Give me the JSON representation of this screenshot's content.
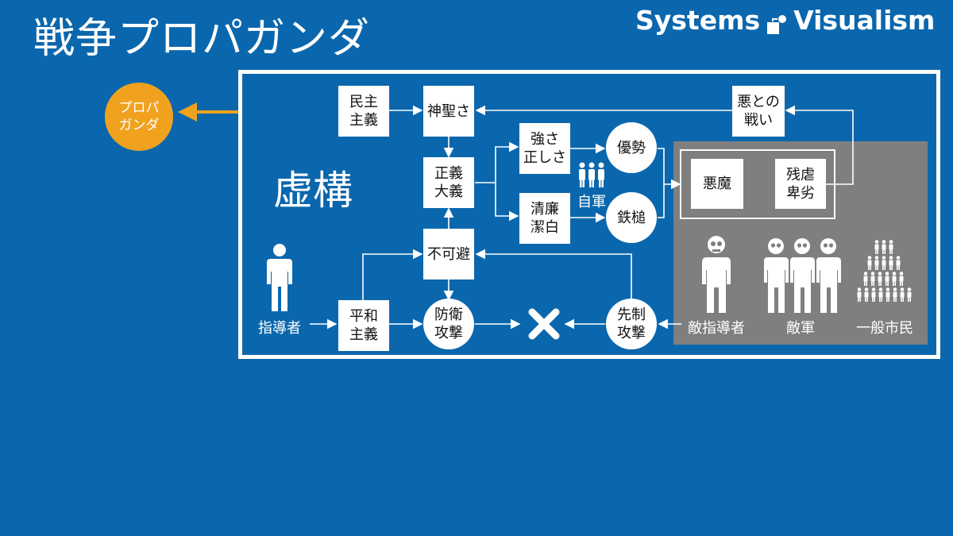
{
  "title": "戦争プロパガンダ",
  "brand": {
    "text_left": "Systems",
    "text_right": "Visualism"
  },
  "propaganda": "プロパ\nガンダ",
  "kyoko": "虚構",
  "nodes": {
    "minshu": "民主\n主義",
    "shinsei": "神聖さ",
    "seigi": "正義\n大義",
    "tsuyosa": "強さ\n正しさ",
    "seiren": "清廉\n潔白",
    "yusei": "優勢",
    "tettsui": "鉄槌",
    "aku_tatakai": "悪との\n戦い",
    "akuma": "悪魔",
    "zangyaku": "残虐\n卑劣",
    "fukahi": "不可避",
    "heiwa": "平和\n主義",
    "boei": "防衛\n攻撃",
    "sensei": "先制\n攻撃"
  },
  "labels": {
    "jigun": "自軍",
    "shidosha": "指導者",
    "teki_shidosha": "敵指導者",
    "tekigun": "敵軍",
    "shimin": "一般市民"
  },
  "colors": {
    "background": "#0b67ad",
    "accent": "#f0a21f",
    "panel": "#7f7f7f",
    "white": "#ffffff"
  },
  "icons": [
    "person-icon",
    "skull-person-icon",
    "army-icon",
    "crowd-icon",
    "cross-icon",
    "logo-icon"
  ]
}
